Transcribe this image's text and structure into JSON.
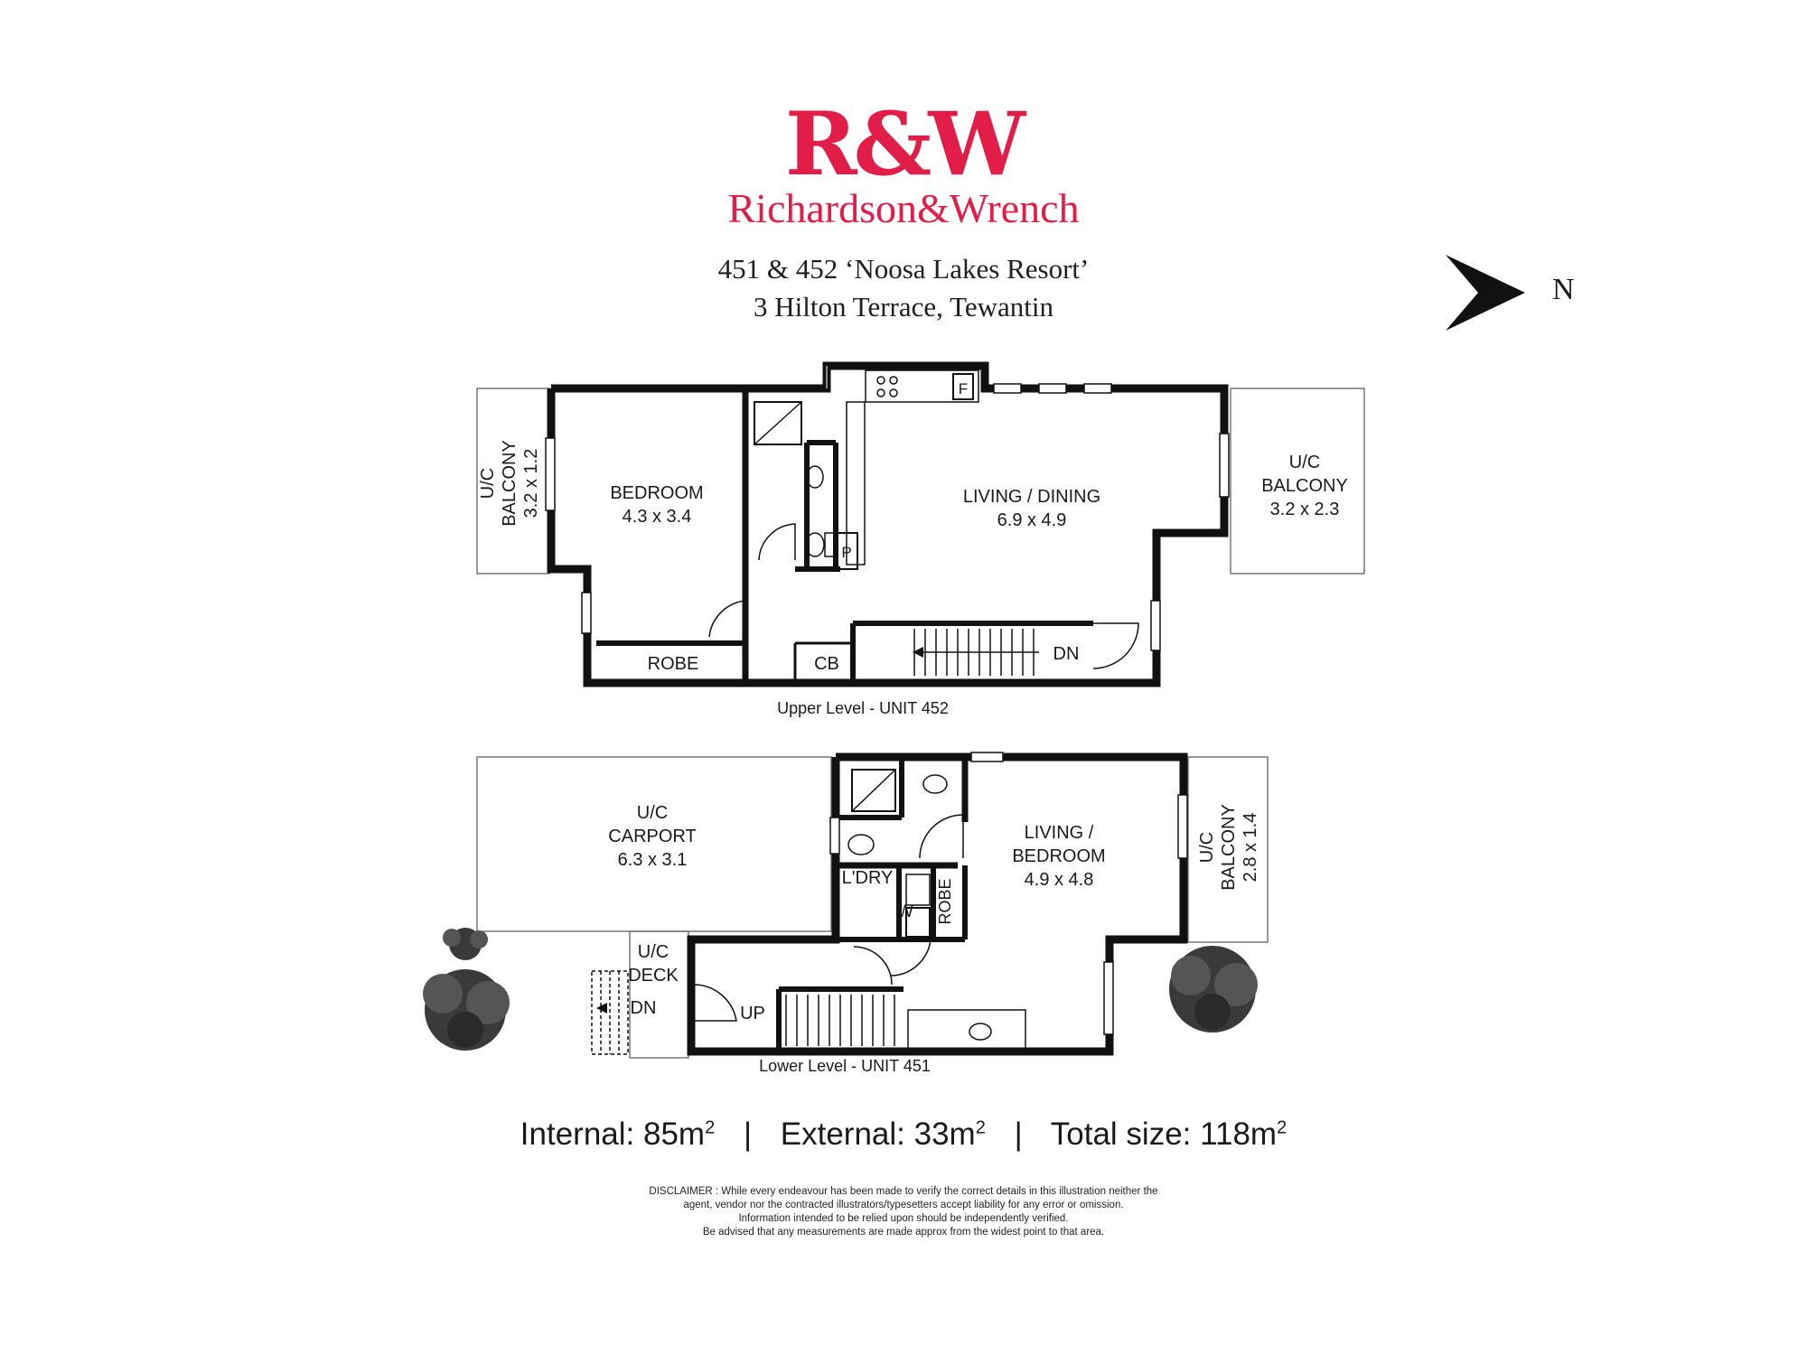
{
  "brand": {
    "mark": "R&W",
    "name": "Richardson&Wrench",
    "color": "#e11d48"
  },
  "address": {
    "line1": "451 & 452 ‘Noosa Lakes Resort’",
    "line2": "3 Hilton Terrace, Tewantin"
  },
  "north_label": "N",
  "upper": {
    "caption": "Upper Level - UNIT 452",
    "bedroom": {
      "name": "BEDROOM",
      "size": "4.3 x 3.4"
    },
    "living": {
      "name": "LIVING / DINING",
      "size": "6.9 x 4.9"
    },
    "balcony_west": {
      "line1": "U/C",
      "line2": "BALCONY",
      "size": "3.2 x 1.2"
    },
    "balcony_east": {
      "line1": "U/C",
      "line2": "BALCONY",
      "size": "3.2 x 2.3"
    },
    "robe": "ROBE",
    "cb": "CB",
    "dn": "DN",
    "fridge": "F",
    "pantry": "P"
  },
  "lower": {
    "caption": "Lower Level - UNIT 451",
    "carport": {
      "line1": "U/C",
      "line2": "CARPORT",
      "size": "6.3 x 3.1"
    },
    "living": {
      "line1": "LIVING /",
      "line2": "BEDROOM",
      "size": "4.9 x 4.8"
    },
    "balcony": {
      "line1": "U/C",
      "line2": "BALCONY",
      "size": "2.8 x 1.4"
    },
    "deck": {
      "line1": "U/C",
      "line2": "DECK"
    },
    "laundry": "L'DRY",
    "washer": "W",
    "robe": "ROBE",
    "dn": "DN",
    "up": "UP"
  },
  "stats": {
    "internal_label": "Internal:",
    "internal_value": "85m",
    "external_label": "External:",
    "external_value": "33m",
    "total_label": "Total size:",
    "total_value": "118m",
    "unit_exp": "2",
    "separator": "|"
  },
  "disclaimer": [
    "DISCLAIMER : While every endeavour has been made to verify the correct details in this illustration neither the",
    "agent, vendor nor the contracted illustrators/typesetters accept liability for any error or omission.",
    "Information intended to be relied upon should be independently verified.",
    "Be advised that any measurements are made approx from the widest point to that area."
  ]
}
